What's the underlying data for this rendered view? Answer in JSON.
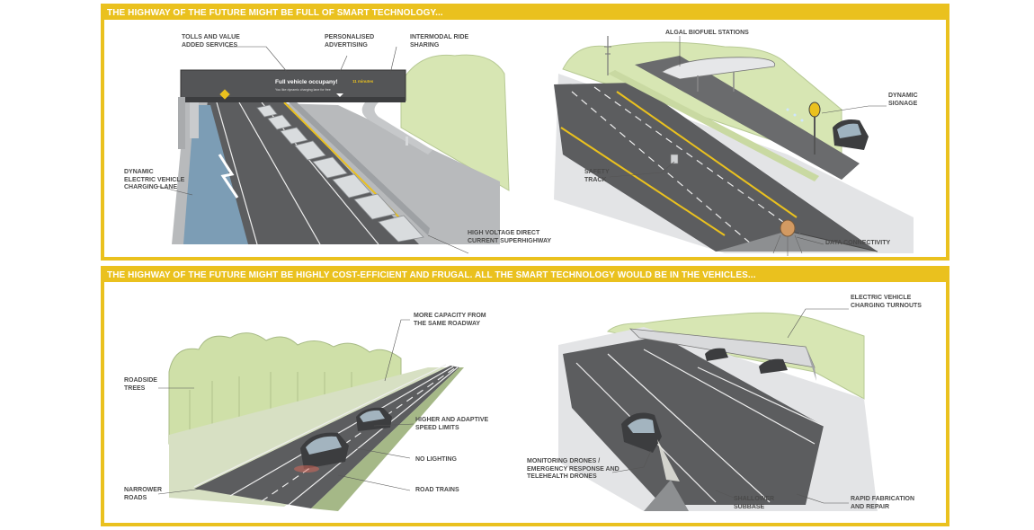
{
  "top_panel": {
    "banner": "THE HIGHWAY OF THE FUTURE MIGHT BE FULL OF SMART TECHNOLOGY...",
    "labels": {
      "tolls": "TOLLS AND VALUE\nADDED SERVICES",
      "advertising": "PERSONALISED\nADVERTISING",
      "ride_sharing": "INTERMODAL RIDE\nSHARING",
      "charging_lane": "DYNAMIC\nELECTRIC VEHICLE\nCHARGING LANE",
      "superhighway": "HIGH VOLTAGE DIRECT\nCURRENT SUPERHIGHWAY",
      "biofuel": "ALGAL BIOFUEL STATIONS",
      "signage": "DYNAMIC\nSIGNAGE",
      "safety_track": "SAFETY\nTRACK",
      "data": "DATA CONNECTIVITY"
    },
    "sign": {
      "headline": "Full vehicle occupany!",
      "subline": "You like dynamic charging lane for free",
      "minutes": "11 minutes"
    }
  },
  "bottom_panel": {
    "banner": "THE HIGHWAY OF THE FUTURE MIGHT BE HIGHLY COST-EFFICIENT AND FRUGAL. ALL THE SMART TECHNOLOGY WOULD BE IN THE VEHICLES...",
    "labels": {
      "capacity": "MORE CAPACITY FROM\nTHE SAME ROADWAY",
      "trees": "ROADSIDE\nTREES",
      "speed": "HIGHER AND ADAPTIVE\nSPEED LIMITS",
      "lighting": "NO LIGHTING",
      "narrow": "NARROWER\nROADS",
      "trains": "ROAD TRAINS",
      "turnouts": "ELECTRIC VEHICLE\nCHARGING TURNOUTS",
      "drones": "MONITORING DRONES /\nEMERGENCY RESPONSE AND\nTELEHEALTH DRONES",
      "subbase": "SHALLOWER\nSUBBASE",
      "fabrication": "RAPID FABRICATION\nAND REPAIR"
    }
  },
  "colors": {
    "accent": "#eac11e",
    "road": "#5c5d5f",
    "foliage": "#cfe0a8",
    "lane_blue": "#7c9db5"
  }
}
